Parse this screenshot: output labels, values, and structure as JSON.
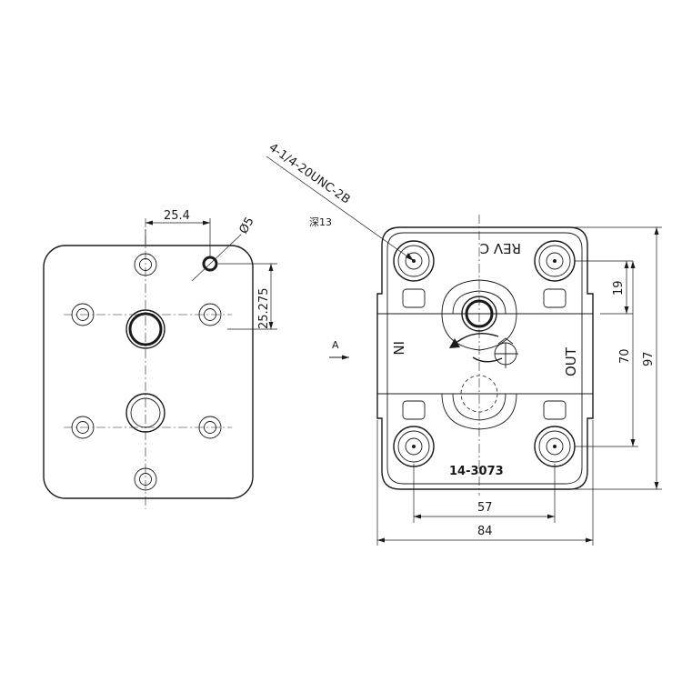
{
  "left_view": {
    "dim_spacing": "25.4",
    "dim_hole_diameter": "Ø5",
    "dim_offset": "25.275"
  },
  "right_view": {
    "thread_callout": "4-1/4-20UNC-2B",
    "thread_depth": "深13",
    "view_arrow_label": "A",
    "rev_label": "REV C",
    "in_label": "IN",
    "out_label": "OUT",
    "part_number": "14-3073",
    "dim_width_inner": "57",
    "dim_width_outer": "84",
    "dim_height_19": "19",
    "dim_height_70": "70",
    "dim_height_97": "97"
  }
}
